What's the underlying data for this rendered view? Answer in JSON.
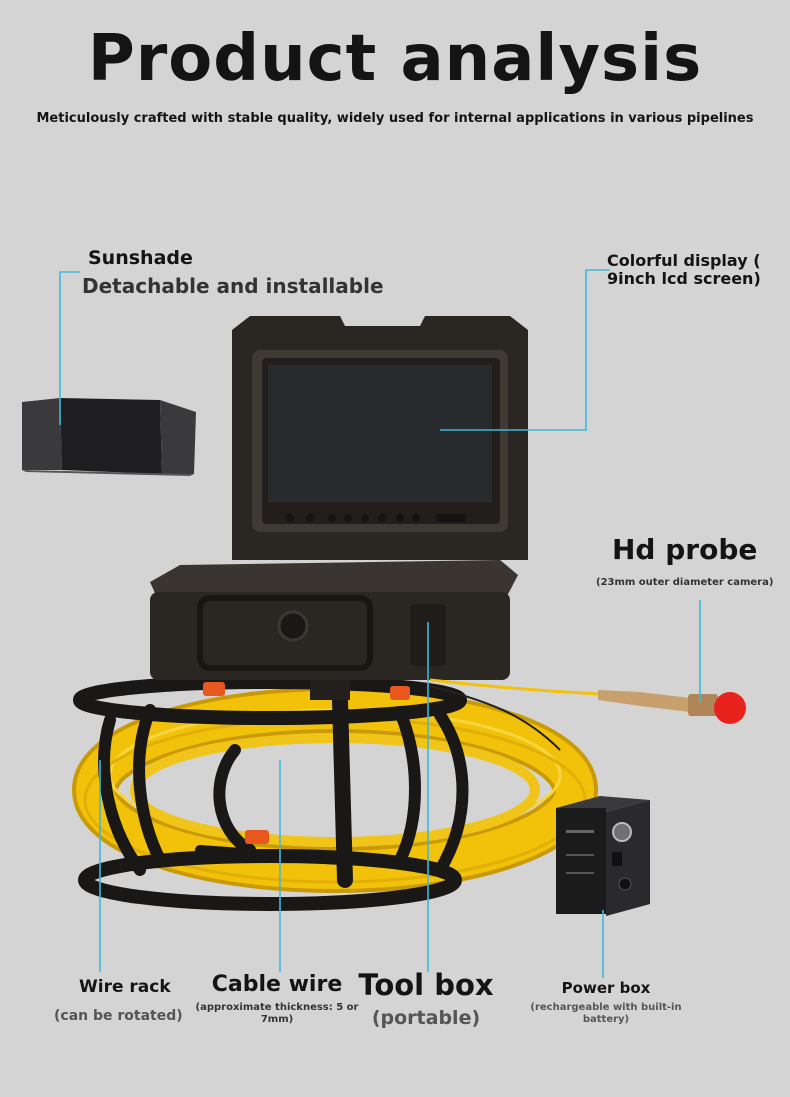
{
  "header": {
    "title": "Product analysis",
    "subtitle": "Meticulously crafted with stable quality, widely used for internal applications in various pipelines"
  },
  "callouts": {
    "sunshade": {
      "title": "Sunshade",
      "subtitle": "Detachable and installable"
    },
    "display": {
      "line1": "Colorful display (",
      "line2": "9inch lcd screen)"
    },
    "probe": {
      "title": "Hd probe",
      "subtitle": "(23mm outer diameter camera)"
    },
    "wire_rack": {
      "title": "Wire rack",
      "subtitle": "(can be rotated)"
    },
    "cable_wire": {
      "title": "Cable wire",
      "subtitle": "(approximate thickness: 5 or 7mm)"
    },
    "tool_box": {
      "title": "Tool box",
      "subtitle": "(portable)"
    },
    "power_box": {
      "title": "Power box",
      "subtitle": "(rechargeable with built-in battery)"
    }
  },
  "colors": {
    "background": "#d4d4d4",
    "leader_line": "#3fb8d8",
    "cable": "#f2c20a",
    "case": "#2a2622",
    "probe_tip": "#e8231e"
  }
}
